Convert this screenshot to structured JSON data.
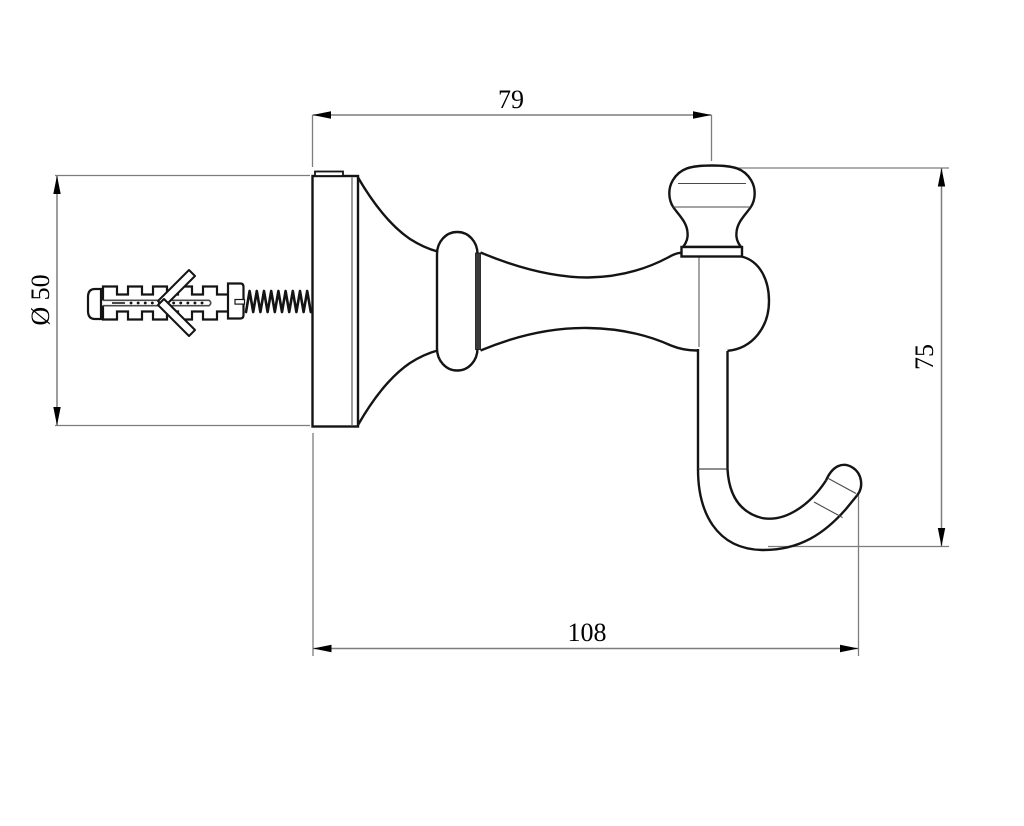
{
  "drawing": {
    "type": "technical-dimension-drawing",
    "subject": "wall-mounted robe hook with expansion wall plug and screw, side view",
    "dimensions": {
      "top_width": "79",
      "plate_diameter": "Ø 50",
      "right_height": "75",
      "bottom_width": "108"
    },
    "colors": {
      "background": "#ffffff",
      "outline": "#141414",
      "thin_contour": "#4a4a4a",
      "dimension_line": "#7d7d7d",
      "text": "#000000",
      "shade_band": "#3a3a3a"
    }
  }
}
